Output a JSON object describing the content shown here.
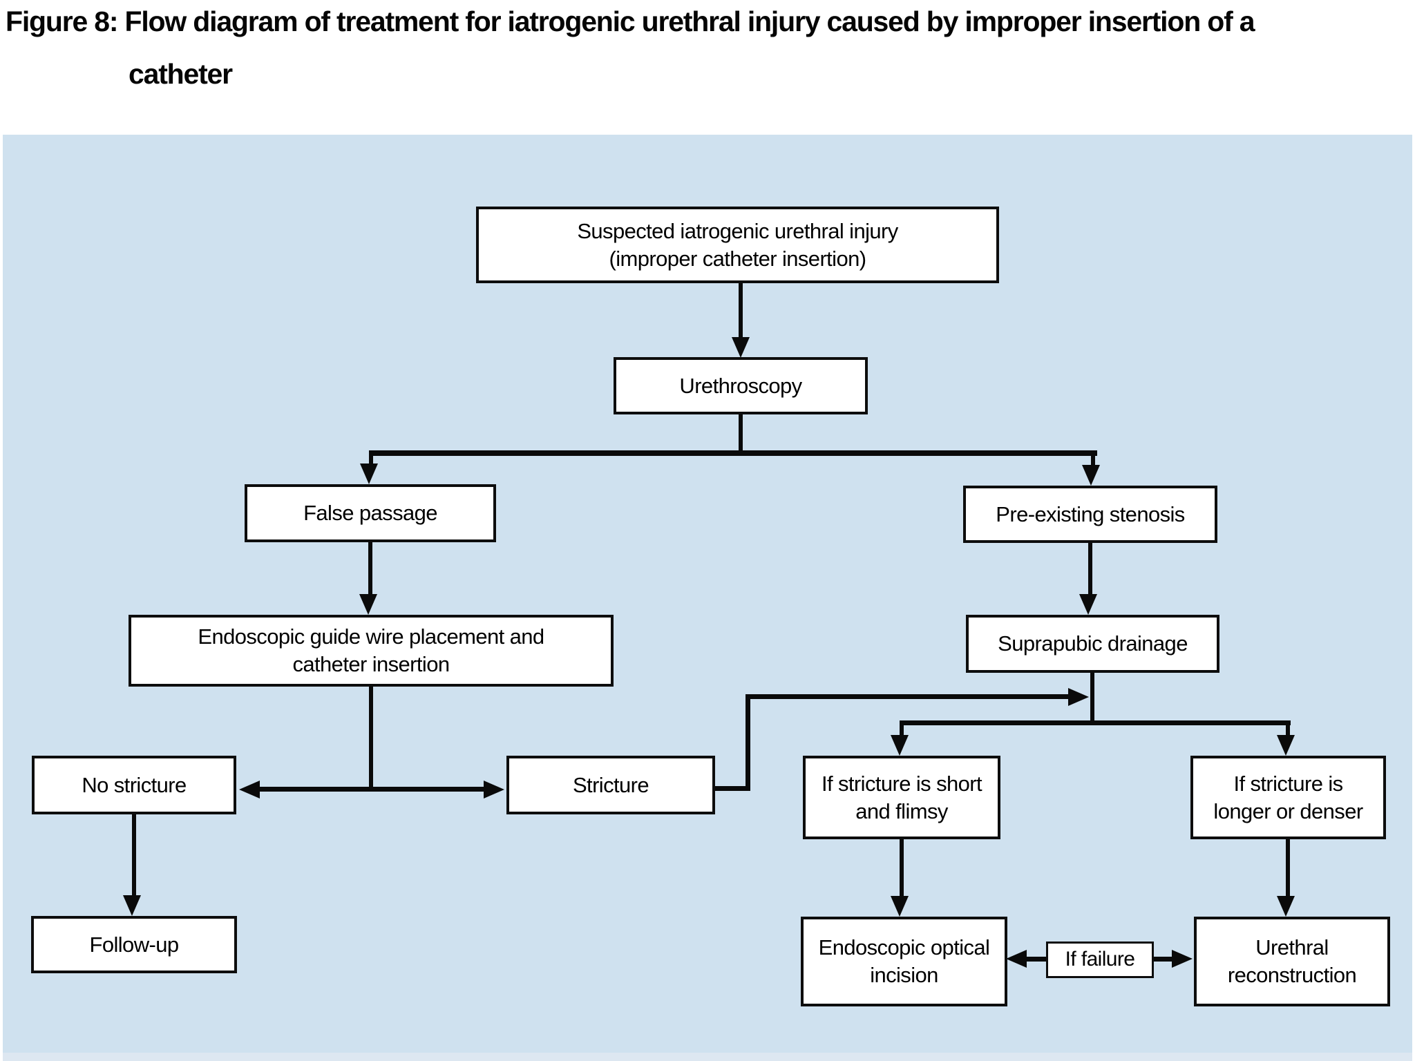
{
  "figure": {
    "title_line1": "Figure 8: Flow diagram of treatment for iatrogenic urethral injury caused by improper insertion of a",
    "title_line2": "catheter"
  },
  "colors": {
    "panel_background": "#cfe1ef",
    "box_background": "#ffffff",
    "line_and_border": "#0a0a0a",
    "text": "#000000"
  },
  "nodes": {
    "suspected": "Suspected iatrogenic urethral injury\n(improper catheter insertion)",
    "urethroscopy": "Urethroscopy",
    "false_passage": "False passage",
    "pre_existing": "Pre-existing stenosis",
    "endo_guide": "Endoscopic guide wire placement and\ncatheter insertion",
    "suprapubic": "Suprapubic drainage",
    "no_stricture": "No stricture",
    "stricture": "Stricture",
    "if_short": "If stricture is short\nand flimsy",
    "if_longer": "If stricture is\nlonger or denser",
    "follow_up": "Follow-up",
    "endo_optical": "Endoscopic optical\nincision",
    "if_failure": "If failure",
    "urethral_recon": "Urethral\nreconstruction"
  },
  "edges": [
    {
      "from": "suspected",
      "to": "urethroscopy"
    },
    {
      "from": "urethroscopy",
      "to": "false_passage"
    },
    {
      "from": "urethroscopy",
      "to": "pre_existing"
    },
    {
      "from": "false_passage",
      "to": "endo_guide"
    },
    {
      "from": "pre_existing",
      "to": "suprapubic"
    },
    {
      "from": "endo_guide",
      "to": "no_stricture"
    },
    {
      "from": "endo_guide",
      "to": "stricture"
    },
    {
      "from": "no_stricture",
      "to": "follow_up"
    },
    {
      "from": "stricture",
      "to": "suprapubic",
      "note": "joins path below Suprapubic drainage"
    },
    {
      "from": "suprapubic",
      "to": "if_short"
    },
    {
      "from": "suprapubic",
      "to": "if_longer"
    },
    {
      "from": "if_short",
      "to": "endo_optical"
    },
    {
      "from": "if_longer",
      "to": "urethral_recon"
    },
    {
      "from": "endo_optical",
      "to": "urethral_recon",
      "label": "If failure",
      "bidirectional": true
    }
  ]
}
